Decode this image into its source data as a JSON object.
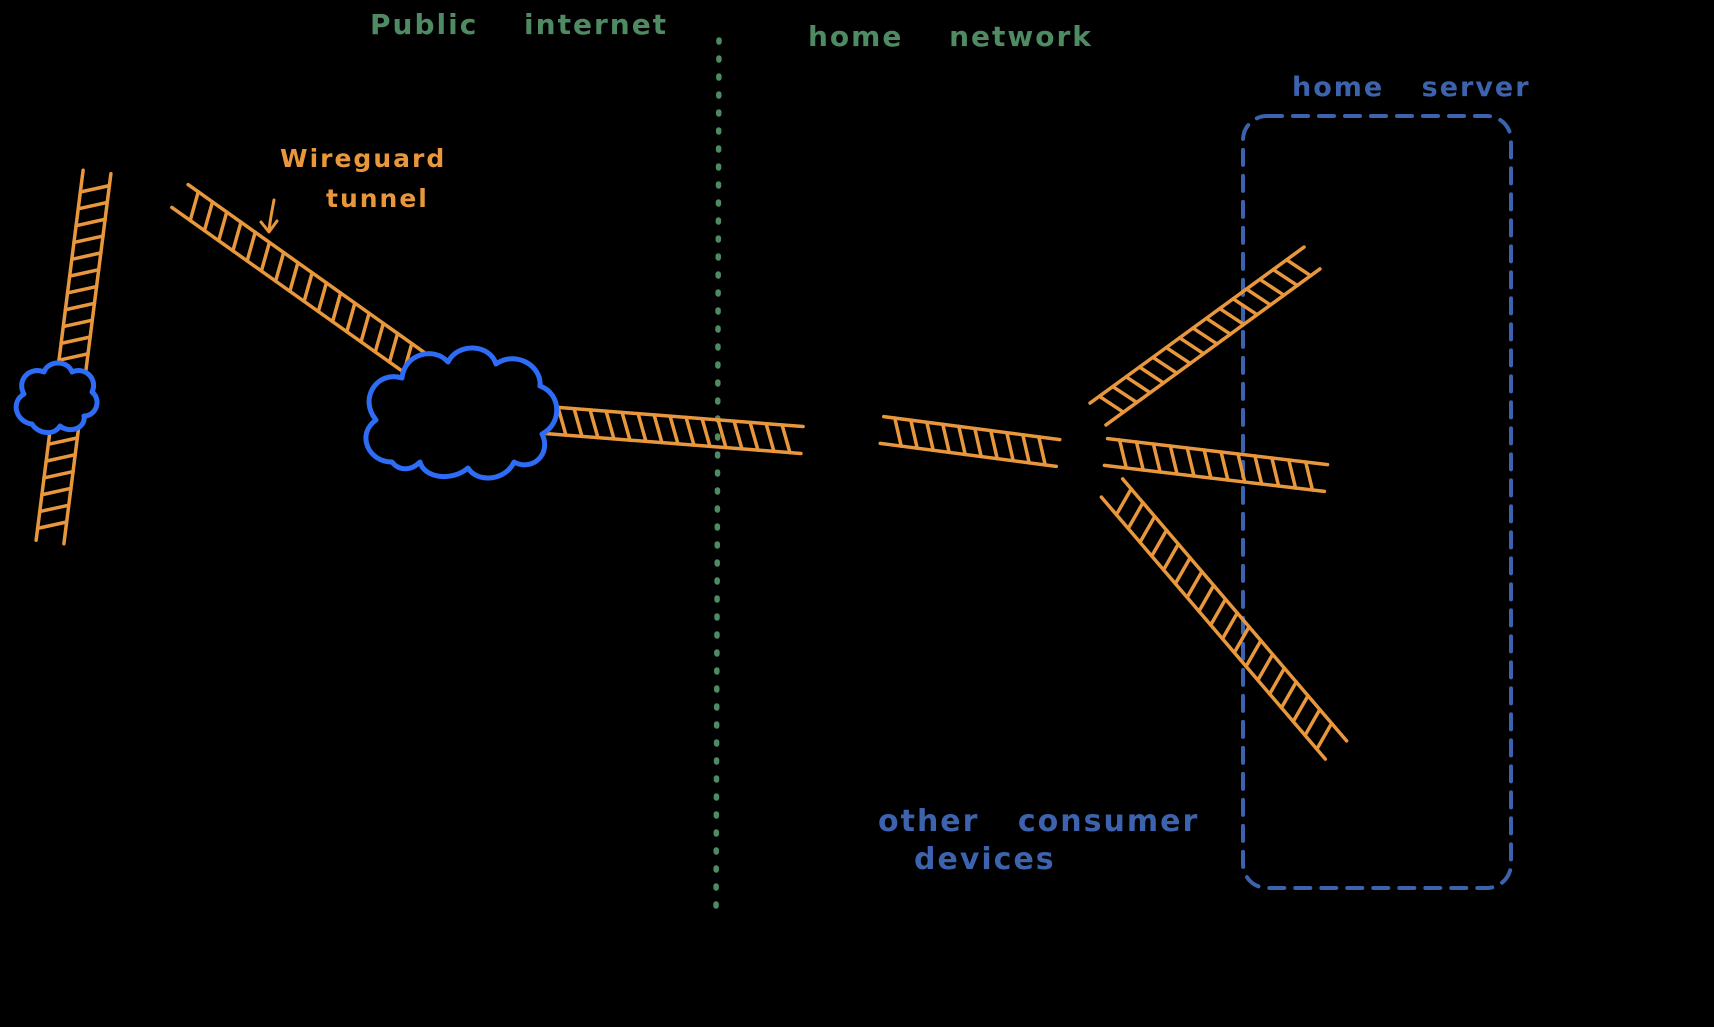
{
  "diagram": {
    "labels": {
      "public_internet": "Public internet",
      "home_network": "home network",
      "home_server": "home server",
      "wireguard_line1": "Wireguard",
      "wireguard_line2": "tunnel",
      "other_devices_line1": "other consumer",
      "other_devices_line2": "devices"
    },
    "colors": {
      "background": "#000000",
      "tunnel_orange": "#E8973C",
      "zone_green": "#4E8B63",
      "cloud_blue": "#2E6CF6",
      "server_blue": "#3D63AE"
    }
  }
}
